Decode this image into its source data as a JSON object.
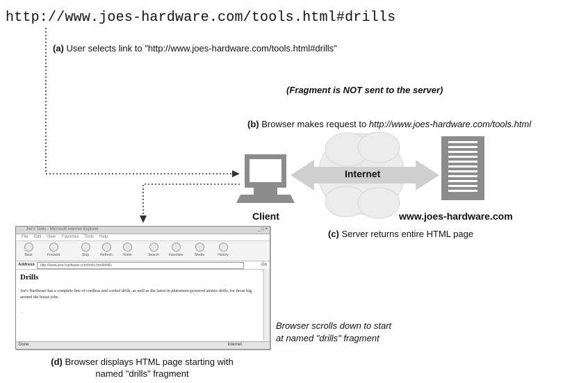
{
  "url": "http://www.joes-hardware.com/tools.html#drills",
  "step_a": {
    "letter": "(a)",
    "text": "User selects link to \"http://www.joes-hardware.com/tools.html#drills\""
  },
  "fragment_note": "(Fragment is NOT sent to the server)",
  "step_b": {
    "letter": "(b)",
    "text": "Browser makes request to ",
    "url": "http://www.joes-hardware.com/tools.html"
  },
  "internet_label": "Internet",
  "client_label": "Client",
  "server_label": "www.joes-hardware.com",
  "step_c": {
    "letter": "(c)",
    "text": "Server returns entire HTML page"
  },
  "scroll_note": {
    "line1": "Browser scrolls down to start",
    "line2": "at named \"drills\" fragment"
  },
  "step_d": {
    "letter": "(d)",
    "line1": "Browser displays HTML page starting with",
    "line2": "named \"drills\" fragment"
  },
  "browser": {
    "title": "Joe's Tools - Microsoft Internet Explorer",
    "menu": [
      "File",
      "Edit",
      "View",
      "Favorites",
      "Tools",
      "Help"
    ],
    "toolbar": [
      "Back",
      "Forward",
      "Stop",
      "Refresh",
      "Home",
      "Search",
      "Favorites",
      "Media",
      "History"
    ],
    "address_label": "Address",
    "address_value": "http://www.joes-hardware.com/tools.html#drills",
    "go_label": "Go",
    "heading": "Drills",
    "paragraph": "Joe's Hardware has a complete line of cordless and corded drills, as well as the latest in plutonium-powered atomic drills, for those big around the house jobs.",
    "ellipsis": "...",
    "status_left": "Done",
    "status_right": "Internet"
  },
  "colors": {
    "arrow": "#cfcfcf",
    "cloud": "#ececec",
    "device": "#8c8c8c",
    "dotted": "#333333"
  }
}
